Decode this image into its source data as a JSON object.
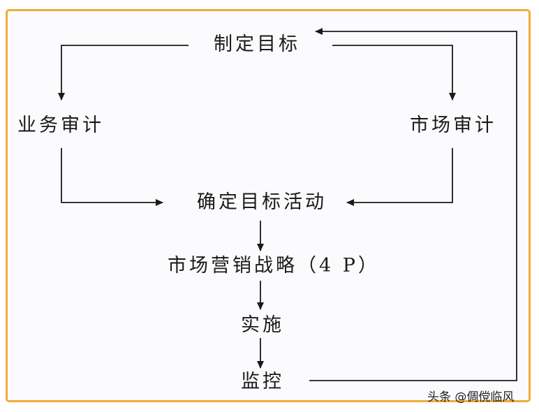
{
  "diagram": {
    "nodes": {
      "set_objectives": "制定目标",
      "business_audit": "业务审计",
      "market_audit": "市场审计",
      "target_activities": "确定目标活动",
      "marketing_strategy": "市场营销战略（4 P）",
      "implementation": "实施",
      "monitoring": "监控"
    },
    "edges": [
      {
        "from": "set_objectives",
        "to": "business_audit"
      },
      {
        "from": "set_objectives",
        "to": "market_audit"
      },
      {
        "from": "business_audit",
        "to": "target_activities"
      },
      {
        "from": "market_audit",
        "to": "target_activities"
      },
      {
        "from": "target_activities",
        "to": "marketing_strategy"
      },
      {
        "from": "marketing_strategy",
        "to": "implementation"
      },
      {
        "from": "implementation",
        "to": "monitoring"
      },
      {
        "from": "monitoring",
        "to": "set_objectives"
      }
    ],
    "colors": {
      "frame_border": "#f2aa3a",
      "line": "#1a1a1a",
      "background": "#fbfbfe"
    }
  },
  "watermark": {
    "text": "头条 @倜傥临风"
  }
}
